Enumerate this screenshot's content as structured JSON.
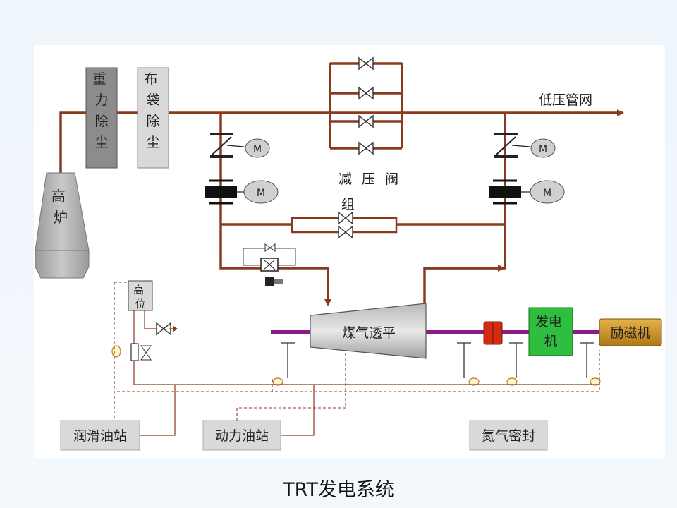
{
  "labels": {
    "gravity_dust": "重力除尘",
    "bag_dust": "布袋除尘",
    "blast_furnace": "高炉",
    "low_pressure": "低压管网",
    "prv_group_1": "减 压 阀",
    "prv_group_2": "组",
    "motor": "M",
    "head_tank": "高位",
    "turbine": "煤气透平",
    "generator": "发电机",
    "exciter": "励磁机",
    "lube_station": "润滑油站",
    "power_station": "动力油站",
    "nitrogen_seal": "氮气密封"
  },
  "caption": "TRT发电系统",
  "colors": {
    "pipe": "#8b3a1f",
    "shaft": "#8b1a8b",
    "generator": "#2fbf3f",
    "exciter": "#c8902a",
    "coupling": "#d42a10",
    "box": "#d9d9d9",
    "dark_box": "#8c8c8c",
    "oil_line": "#8b3a1f"
  }
}
